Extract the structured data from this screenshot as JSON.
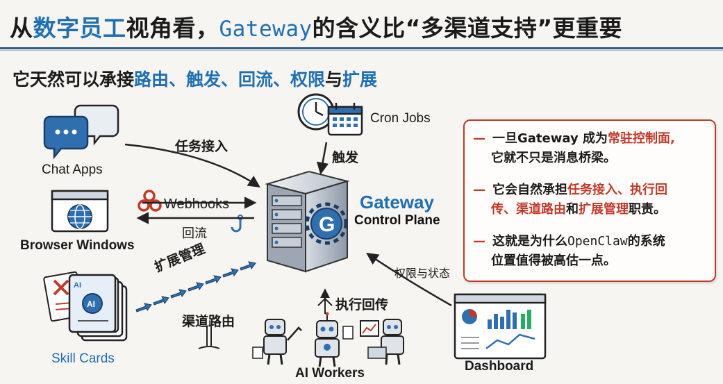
{
  "title": {
    "part1": "从",
    "part2": "数字员工",
    "part3": "视角看，",
    "part4": "Gateway",
    "part5": "的含义比“多渠道支持”更重要"
  },
  "subtitle": {
    "part1": "它天然可以承接",
    "part2": "路由、触发、回流、权限",
    "part3": "与",
    "part4": "扩展"
  },
  "nodes": {
    "chat_apps": "Chat  Apps",
    "browser_windows": "Browser Windows",
    "skill_cards": "Skill Cards",
    "cron_jobs": "Cron  Jobs",
    "gateway_title": "Gateway",
    "gateway_sub": "Control Plane",
    "ai_workers": "AI Workers",
    "dashboard": "Dashboard",
    "webhooks": "Webhooks"
  },
  "edges": {
    "task_intake": "任务接入",
    "trigger": "触发",
    "backflow": "回流",
    "extension": "扩展管理",
    "channel_routing": "渠道路由",
    "execute_backflow": "执行回传",
    "permissions_status": "权限与状态"
  },
  "callout": {
    "b1_a": "一旦Gateway 成为",
    "b1_red": "常驻控制面,",
    "b1_b": "它就不只是消息桥梁。",
    "b2_a": "它会自然承担",
    "b2_red1": "任务接入、执行回",
    "b2_red2": "传、渠道路由",
    "b2_b": "和",
    "b2_red3": "扩展管理",
    "b2_c": "职责。",
    "b3_a": "这就是为什么",
    "b3_mono": "OpenClaw",
    "b3_b": "的系统",
    "b3_c": "位置值得被高估一点。"
  },
  "colors": {
    "accent_blue": "#1f6fb2",
    "accent_red": "#c0392b",
    "background": "#f6f5f1"
  }
}
